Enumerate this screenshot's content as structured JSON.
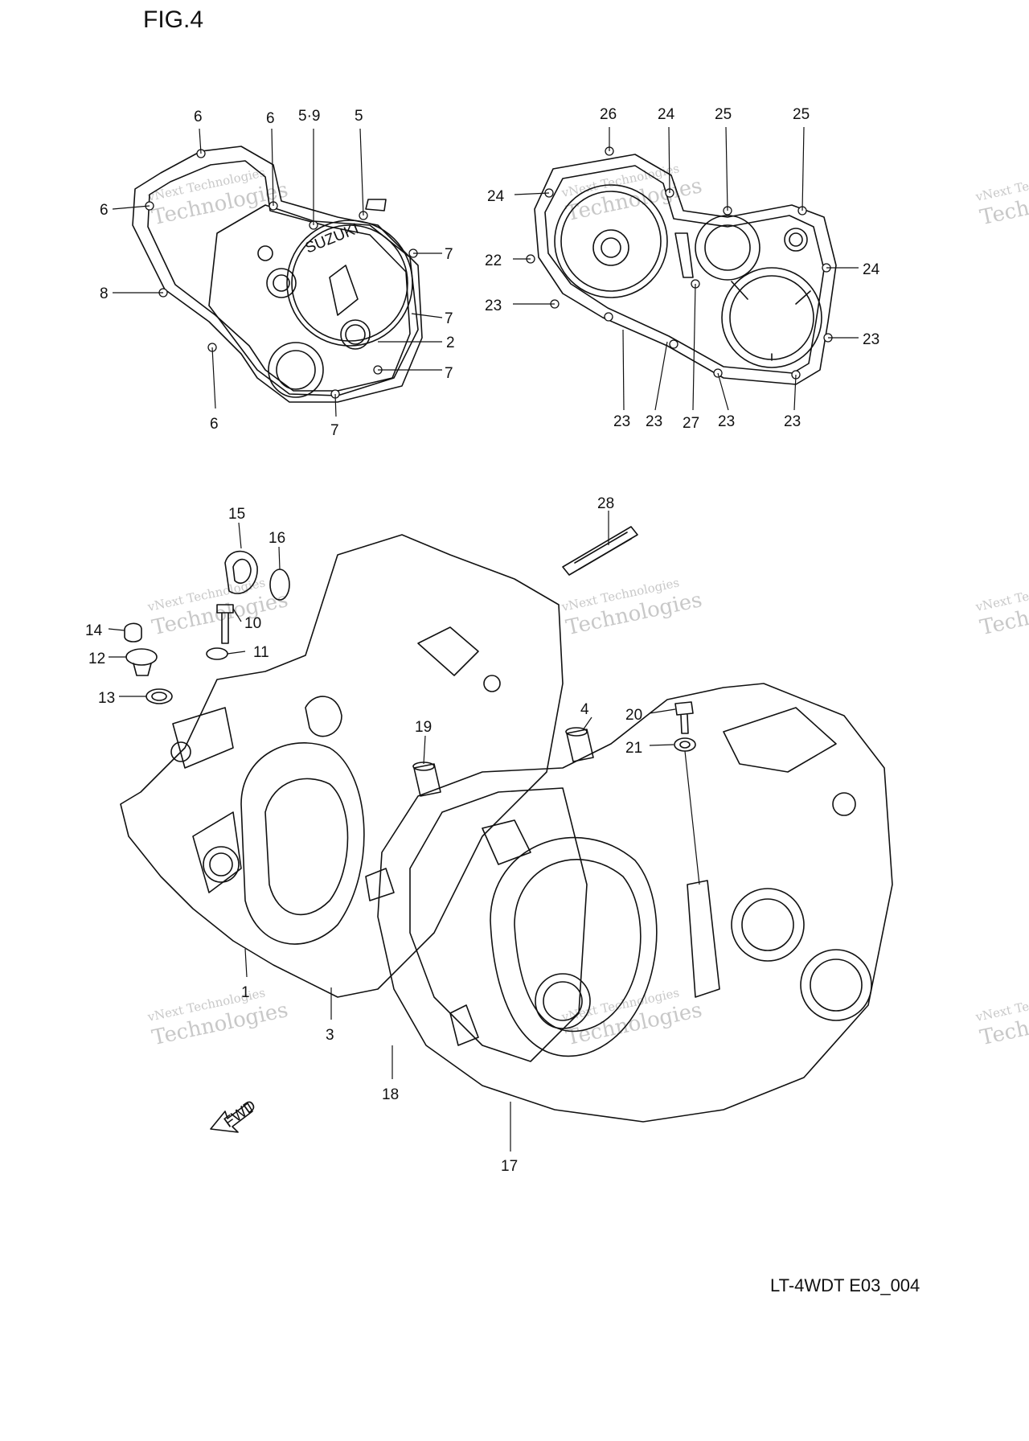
{
  "figure": {
    "title": "FIG.4",
    "reference_code": "LT-4WDT E03_004"
  },
  "watermark": {
    "line1": "vNext Technologies",
    "line2": "Technologies"
  },
  "fwd_label": "FWD",
  "cover_logo": "SUZUKI",
  "callouts": {
    "c1": "1",
    "c2": "2",
    "c3": "3",
    "c4": "4",
    "c5a": "5",
    "c59": "5·9",
    "c6a": "6",
    "c6b": "6",
    "c6c": "6",
    "c6d": "6",
    "c7a": "7",
    "c7b": "7",
    "c7c": "7",
    "c7d": "7",
    "c8": "8",
    "c10": "10",
    "c11": "11",
    "c12": "12",
    "c13": "13",
    "c14": "14",
    "c15": "15",
    "c16": "16",
    "c17": "17",
    "c18": "18",
    "c19": "19",
    "c20": "20",
    "c21": "21",
    "c22": "22",
    "c23a": "23",
    "c23b": "23",
    "c23c": "23",
    "c23d": "23",
    "c23e": "23",
    "c23f": "23",
    "c24a": "24",
    "c24b": "24",
    "c24c": "24",
    "c25a": "25",
    "c25b": "25",
    "c26": "26",
    "c27": "27",
    "c28": "28"
  }
}
